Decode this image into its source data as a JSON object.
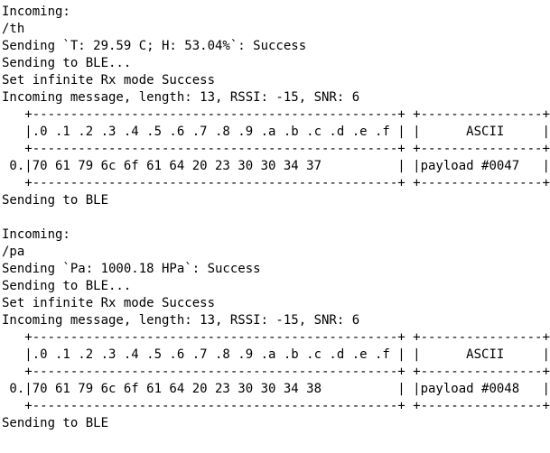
{
  "terminal": {
    "lines": [
      "Incoming:",
      "/th",
      "Sending `T: 29.59 C; H: 53.04%`: Success",
      "Sending to BLE...",
      "Set infinite Rx mode Success",
      "Incoming message, length: 13, RSSI: -15, SNR: 6",
      "   +------------------------------------------------+ +----------------+",
      "   |.0 .1 .2 .3 .4 .5 .6 .7 .8 .9 .a .b .c .d .e .f | |      ASCII     |",
      "   +------------------------------------------------+ +----------------+",
      " 0.|70 61 79 6c 6f 61 64 20 23 30 30 34 37          | |payload #0047   |",
      "   +------------------------------------------------+ +----------------+",
      "Sending to BLE",
      "",
      "Incoming:",
      "/pa",
      "Sending `Pa: 1000.18 HPa`: Success",
      "Sending to BLE...",
      "Set infinite Rx mode Success",
      "Incoming message, length: 13, RSSI: -15, SNR: 6",
      "   +------------------------------------------------+ +----------------+",
      "   |.0 .1 .2 .3 .4 .5 .6 .7 .8 .9 .a .b .c .d .e .f | |      ASCII     |",
      "   +------------------------------------------------+ +----------------+",
      " 0.|70 61 79 6c 6f 61 64 20 23 30 30 34 38          | |payload #0048   |",
      "   +------------------------------------------------+ +----------------+",
      "Sending to BLE"
    ]
  }
}
